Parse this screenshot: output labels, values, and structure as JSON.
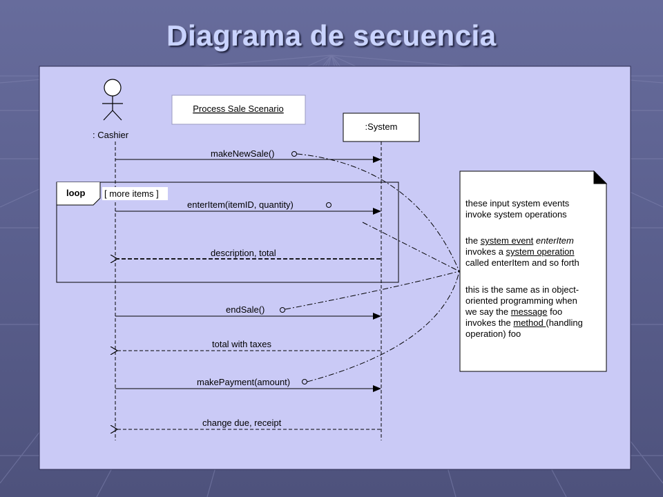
{
  "slide": {
    "title": "Diagrama de secuencia"
  },
  "diagram": {
    "actor_label": ": Cashier",
    "system_label": ":System",
    "scenario_title": "Process Sale Scenario",
    "loop": {
      "keyword": "loop",
      "guard": "[ more items ]"
    },
    "messages": [
      {
        "label": "makeNewSale()",
        "kind": "call"
      },
      {
        "label": "enterItem(itemID, quantity)",
        "kind": "call"
      },
      {
        "label": "description, total",
        "kind": "return"
      },
      {
        "label": "endSale()",
        "kind": "call"
      },
      {
        "label": "total with taxes",
        "kind": "return"
      },
      {
        "label": "makePayment(amount)",
        "kind": "call"
      },
      {
        "label": "change due, receipt",
        "kind": "return"
      }
    ],
    "note": {
      "para1": [
        "these input system events",
        "invoke system operations"
      ],
      "para2": {
        "line1_pre": "the ",
        "line1_link": "system event",
        "line1_italic": "enterItem",
        "line2_pre": "invokes a ",
        "line2_link": "system operation",
        "line3": "called enterItem and so forth"
      },
      "para3": {
        "line1": "this is the same as in object-",
        "line2": "oriented programming when",
        "line3_pre": "we say the ",
        "line3_link": "message",
        "line3_post": " foo",
        "line4_pre": "invokes the ",
        "line4_link": "method ",
        "line4_post": "(handling",
        "line5": "operation) foo"
      }
    }
  }
}
